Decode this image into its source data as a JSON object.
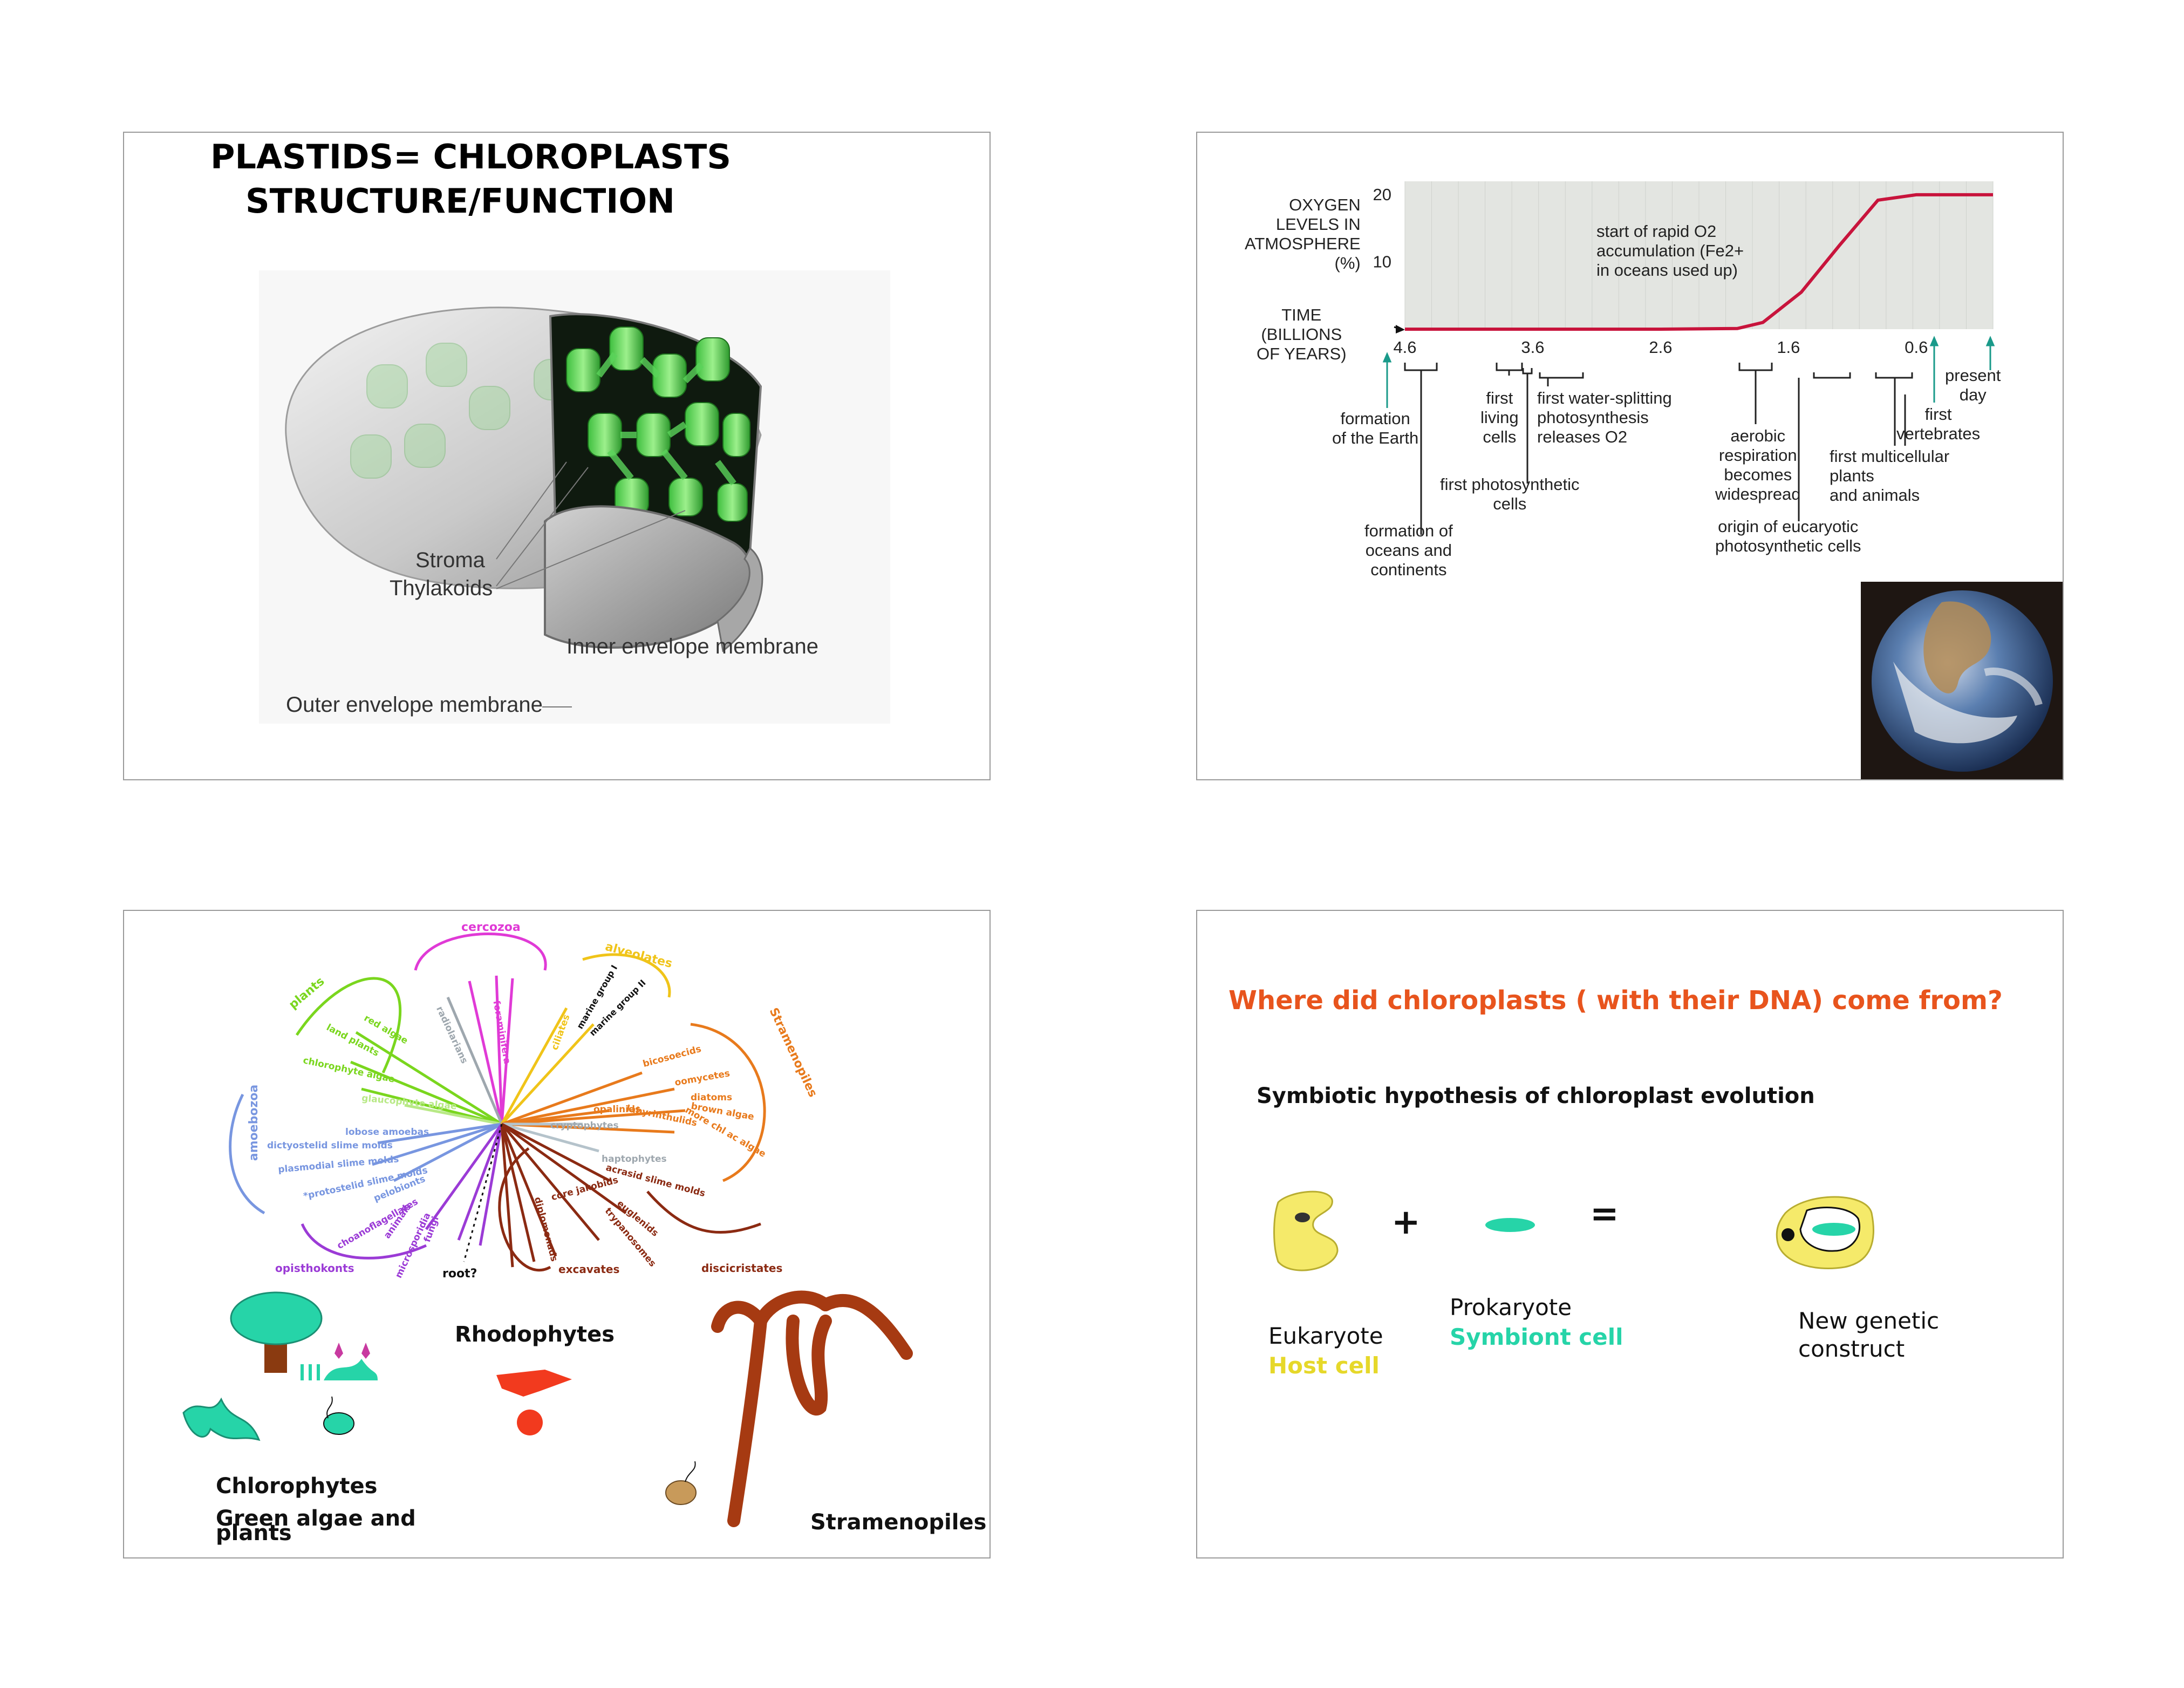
{
  "slide1": {
    "title_line1": "PLASTIDS= CHLOROPLASTS",
    "title_line2": "STRUCTURE/FUNCTION",
    "labels": {
      "stroma": "Stroma",
      "thylakoids": "Thylakoids",
      "inner": "Inner envelope membrane",
      "outer": "Outer envelope membrane"
    }
  },
  "slide2": {
    "ylabel": "OXYGEN\nLEVELS IN\nATMOSPHERE\n(%)",
    "yticks": [
      "20",
      "10"
    ],
    "time_label": "TIME\n(BILLIONS\nOF YEARS)",
    "xticks": [
      "4.6",
      "3.6",
      "2.6",
      "1.6",
      "0.6"
    ],
    "curve_annotation": "start of rapid O2\naccumulation (Fe2+\nin oceans used up)",
    "events": {
      "formation_earth": "formation\nof the Earth",
      "oceans": "formation of\noceans and\ncontinents",
      "living": "first\nliving\ncells",
      "photosynthetic": "first photosynthetic\ncells",
      "water_splitting": "first water-splitting\nphotosynthesis\nreleases O2",
      "aerobic": "aerobic\nrespiration\nbecomes\nwidespread",
      "eucaryotic": "origin of eucaryotic\nphotosynthetic cells",
      "multicellular": "first multicellular\nplants\nand animals",
      "vertebrates": "first\nvertebrates",
      "present": "present\nday"
    },
    "colors": {
      "curve": "#c8143c",
      "arrow": "#1a9a8a",
      "plot_bg": "#e3e5e1"
    }
  },
  "chart_data": {
    "type": "line",
    "xlabel": "TIME (BILLIONS OF YEARS)",
    "ylabel": "OXYGEN LEVELS IN ATMOSPHERE (%)",
    "x_reversed": true,
    "xlim": [
      4.6,
      0
    ],
    "ylim": [
      0,
      22
    ],
    "xticks": [
      4.6,
      3.6,
      2.6,
      1.6,
      0.6
    ],
    "yticks": [
      10,
      20
    ],
    "series": [
      {
        "x": [
          4.6,
          3.6,
          2.6,
          2.0,
          1.8,
          1.5,
          1.2,
          0.9,
          0.6,
          0.0
        ],
        "y": [
          0,
          0,
          0,
          0.1,
          1.0,
          5.5,
          12.5,
          19.2,
          20,
          20
        ]
      }
    ]
  },
  "slide3": {
    "tree_labels": {
      "cercozoa": "cercozoa",
      "alveolates": "alveolates",
      "stramenopiles_arc": "Stramenopiles",
      "plants": "plants",
      "amoebozoa": "amoebozoa",
      "opisthokonts": "opisthokonts",
      "excavates": "excavates",
      "discicristates": "discicristates",
      "root": "root?",
      "red_algae": "red algae",
      "land_plants": "land plants",
      "chlorophyte_algae": "chlorophyte algae",
      "glaucophyte_algae": "glaucophyte algae",
      "lobose_amoebas": "lobose amoebas",
      "dictyostelid": "dictyostelid slime molds",
      "plasmodial": "plasmodial slime molds",
      "protostelid": "*protostelid slime molds",
      "pelobionts": "pelobionts",
      "choanoflagellates": "choanoflagellates",
      "animals": "animals",
      "fungi": "fungi",
      "microsporidia": "microsporidia",
      "ciliates": "ciliates",
      "marine1": "marine group I",
      "marine2": "marine group II",
      "bicosoecids": "bicosoecids",
      "oomycetes": "oomycetes",
      "diatoms": "diatoms",
      "brown_algae": "brown algae",
      "more_algae": "more chl ac algae",
      "labyrinthulids": "labyrinthulids",
      "opalinids": "opalinids",
      "cryptophytes": "cryptophytes",
      "haptophytes": "haptophytes",
      "acrasid": "acrasid slime molds",
      "core_jakobids": "core jakobids",
      "euglenids": "euglenids",
      "foraminifera": "foraminifera",
      "radiolarians": "radiolarians",
      "diplomonads": "diplomonads",
      "trypanosomes": "trypanosomes"
    },
    "rhodophytes": "Rhodophytes",
    "chlorophytes": "Chlorophytes",
    "green_algae_line1": "Green algae and",
    "green_algae_line2": "plants",
    "stramenopiles": "Stramenopiles"
  },
  "slide4": {
    "question": "Where did chloroplasts ( with their DNA) come from?",
    "subtitle": "Symbiotic hypothesis of chloroplast evolution",
    "plus": "+",
    "equals": "=",
    "eukaryote": "Eukaryote",
    "host_cell": "Host cell",
    "prokaryote": "Prokaryote",
    "symbiont_cell": "Symbiont cell",
    "new_genetic_line1": "New genetic",
    "new_genetic_line2": "construct",
    "colors": {
      "host": "#f5ea6a",
      "symbiont": "#26d4a8",
      "question": "#e8541d"
    }
  }
}
